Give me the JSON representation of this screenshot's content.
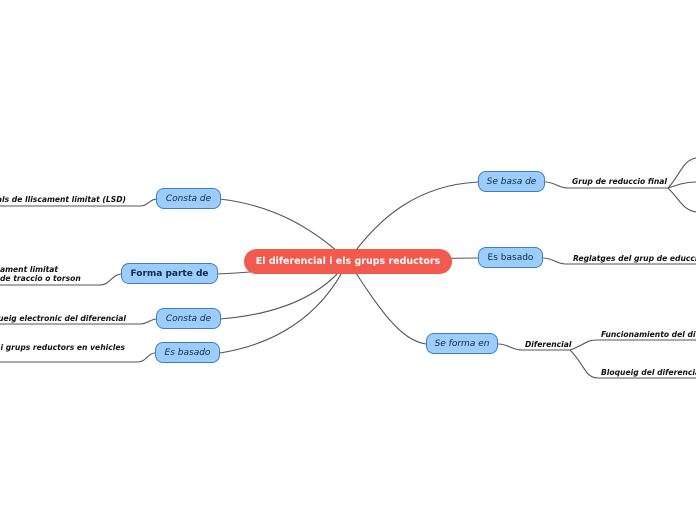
{
  "central": "El diferencial i els grups reductors",
  "left": [
    {
      "label": "Consta de",
      "sub": [
        "ials de lliscament limitat (LSD)"
      ]
    },
    {
      "label": "Forma parte de",
      "sub": [
        "ament limitat",
        "de traccio o torson"
      ]
    },
    {
      "label": "Consta de",
      "sub": [
        "queig electronic del diferencial"
      ]
    },
    {
      "label": "Es basado",
      "sub": [
        "i grups reductors en vehicles"
      ]
    }
  ],
  "right": [
    {
      "label": "Se basa de",
      "sub": [
        "Grup de reduccio final"
      ]
    },
    {
      "label": "Es basado",
      "sub": [
        "Reglatges del grup de educci"
      ]
    },
    {
      "label": "Se forma en",
      "sub": [
        "Diferencial"
      ],
      "subsub": [
        "Funcionamiento del di",
        "Bloqueig del diferencia"
      ]
    }
  ],
  "colors": {
    "central": "#f25a4f",
    "topic": "#9ccdfc",
    "topic_border": "#3d7fc4",
    "line": "#555555"
  }
}
